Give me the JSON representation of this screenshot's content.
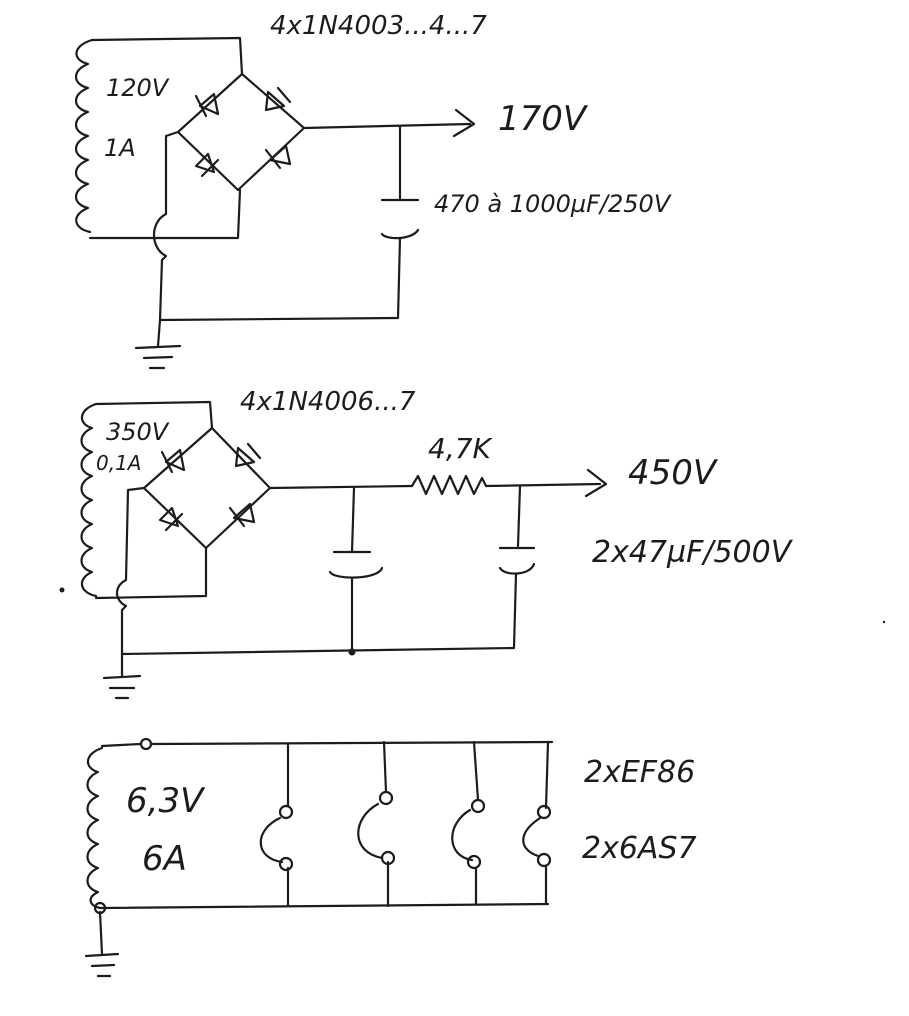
{
  "supply_1": {
    "secondary_voltage": "120V",
    "secondary_current": "1A",
    "rectifier": "4x1N4003...4...7",
    "output": "170V",
    "capacitor": "470 à 1000µF/250V"
  },
  "supply_2": {
    "secondary_voltage": "350V",
    "secondary_current": "0,1A",
    "rectifier": "4x1N4006...7",
    "resistor": "4,7K",
    "output": "450V",
    "capacitors": "2x47µF/500V"
  },
  "heater": {
    "secondary_voltage": "6,3V",
    "secondary_current": "6A",
    "tube_1": "2xEF86",
    "tube_2": "2x6AS7"
  },
  "colors": {
    "ink": "#1c1c1c",
    "paper": "#ffffff"
  }
}
